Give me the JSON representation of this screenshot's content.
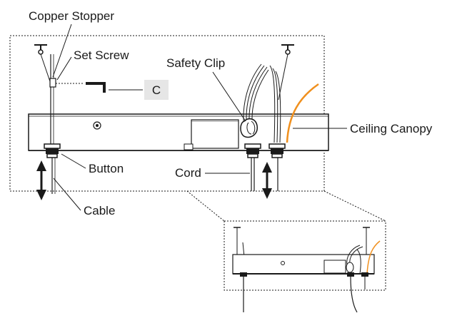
{
  "labels": {
    "copper_stopper": "Copper Stopper",
    "set_screw": "Set Screw",
    "safety_clip": "Safety Clip",
    "tool_c": "C",
    "ceiling_canopy": "Ceiling Canopy",
    "button": "Button",
    "cord": "Cord",
    "cable": "Cable"
  },
  "colors": {
    "line": "#1a1a1a",
    "cord_orange": "#f0901e",
    "callout_box": "#e6e6e6",
    "canopy_fill": "#ffffff"
  }
}
